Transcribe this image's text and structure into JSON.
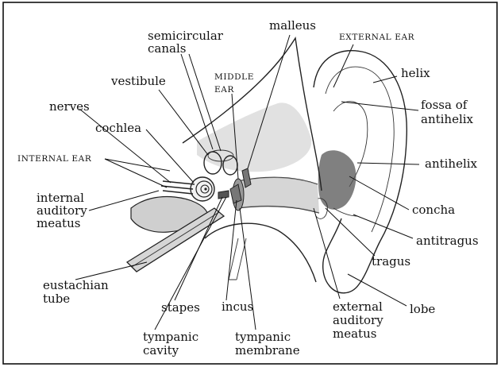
{
  "labels": {
    "semicircular_canals": [
      "semicircular",
      "canals"
    ],
    "malleus": "malleus",
    "external_ear": "EXTERNAL EAR",
    "middle_ear": [
      "MIDDLE",
      "EAR"
    ],
    "vestibule": "vestibule",
    "helix": "helix",
    "fossa_of_antihelix": [
      "fossa of",
      "antihelix"
    ],
    "nerves": "nerves",
    "cochlea": "cochlea",
    "internal_ear": "INTERNAL EAR",
    "antihelix": "antihelix",
    "internal_auditory_meatus": [
      "internal",
      "auditory",
      "meatus"
    ],
    "concha": "concha",
    "antitragus": "antitragus",
    "tragus": "tragus",
    "eustachian_tube": [
      "eustachian",
      "tube"
    ],
    "stapes": "stapes",
    "incus": "incus",
    "external_auditory_meatus": [
      "external",
      "auditory",
      "meatus"
    ],
    "lobe": "lobe",
    "tympanic_cavity": [
      "tympanic",
      "cavity"
    ],
    "tympanic_membrane": [
      "tympanic",
      "membrane"
    ]
  }
}
